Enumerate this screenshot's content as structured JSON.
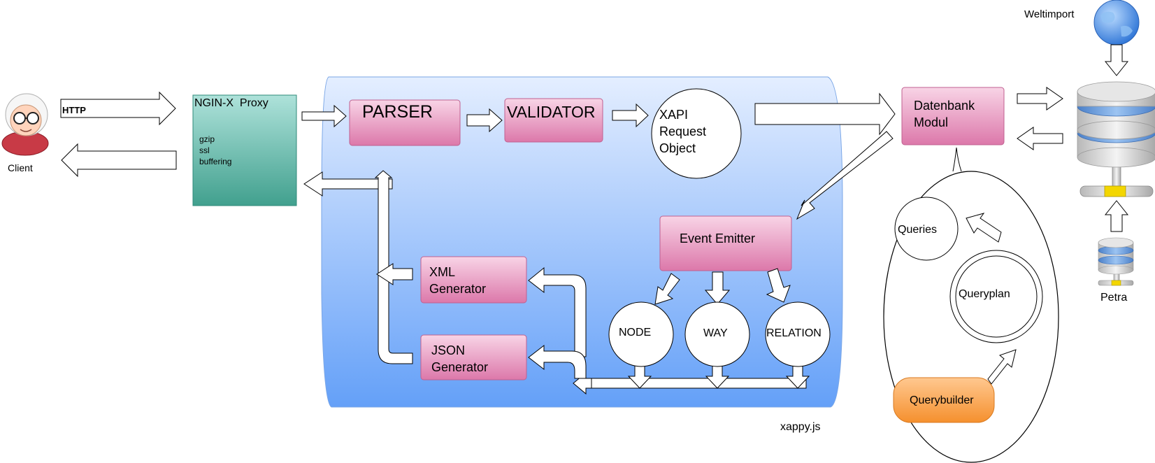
{
  "client": {
    "label": "Client",
    "protocol": "HTTP"
  },
  "proxy": {
    "title": "NGIN-X  Proxy",
    "features": [
      "gzip",
      "ssl",
      "buffering"
    ]
  },
  "xappy": {
    "label": "xappy.js",
    "parser": "PARSER",
    "validator": "VALIDATOR",
    "request_object": [
      "XAPI",
      "Request",
      "Object"
    ],
    "event_emitter": "Event Emitter",
    "xml_generator": [
      "XML",
      "Generator"
    ],
    "json_generator": [
      "JSON",
      "Generator"
    ],
    "node": "NODE",
    "way": "WAY",
    "relation": "RELATION"
  },
  "database_module": {
    "title": [
      "Datenbank",
      "Modul"
    ],
    "queries": "Queries",
    "queryplan": "Queryplan",
    "querybuilder": "Querybuilder"
  },
  "weltimport": {
    "label": "Weltimport"
  },
  "petra": {
    "label": "Petra"
  }
}
